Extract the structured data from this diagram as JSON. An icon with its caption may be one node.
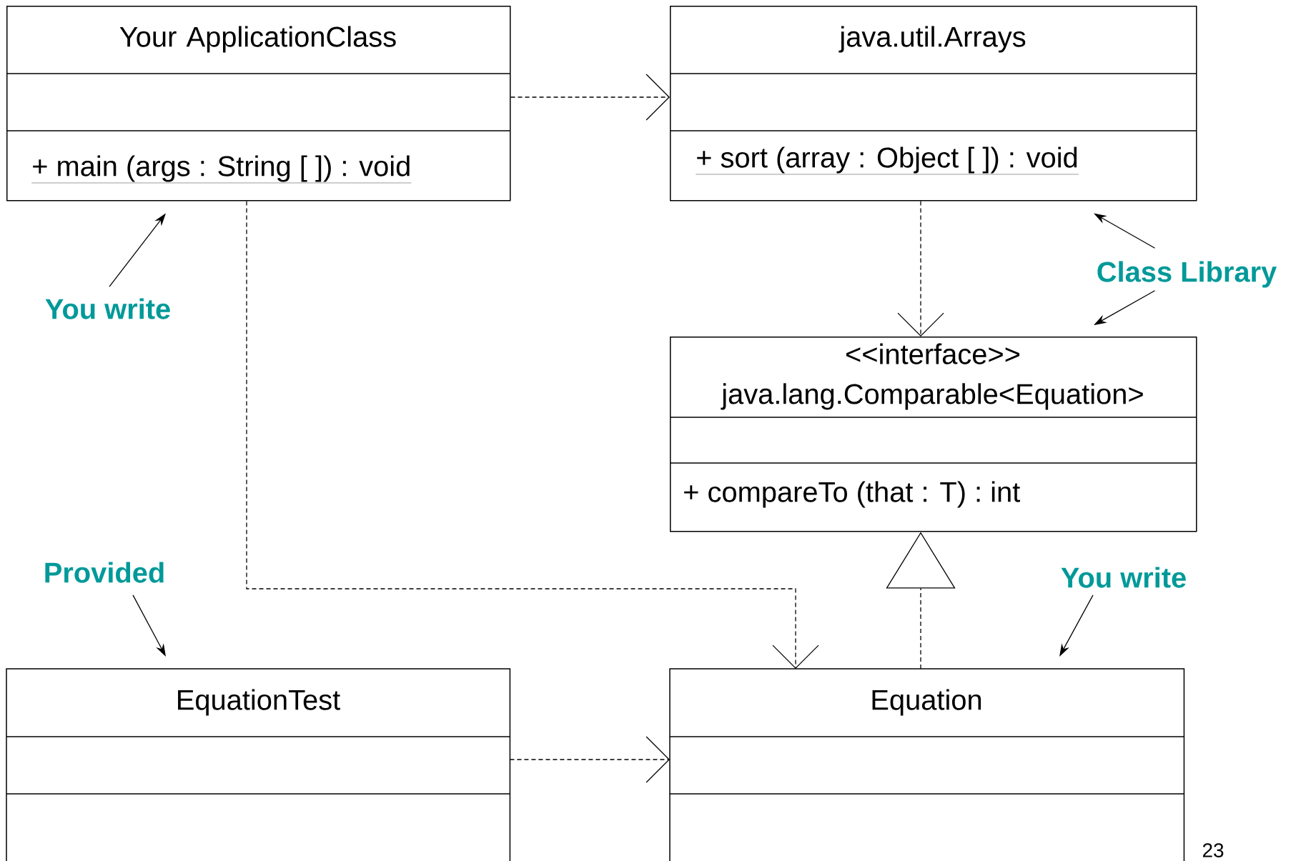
{
  "diagram": {
    "nodes": [
      {
        "text": [
          "Your ApplicationClass",
          "+ main (args : String [ ]) : void"
        ]
      },
      {
        "text": [
          "java.util.Arrays",
          "+ sort (array : Object [ ]) : void"
        ]
      },
      {
        "text": [
          "<<interface>> java.lang.Comparable<Equation>",
          "+ compareTo (that : T) : int"
        ]
      },
      {
        "text": [
          "EquationTest"
        ]
      },
      {
        "text": [
          "Equation"
        ]
      },
      {
        "text": [
          "You write"
        ]
      },
      {
        "text": [
          "Class Library"
        ]
      },
      {
        "text": [
          "Provided"
        ]
      },
      {
        "text": [
          "You write"
        ]
      }
    ],
    "edges": [
      {
        "from": 0,
        "to": 1,
        "arrow": "to",
        "style": "dashed"
      },
      {
        "from": 1,
        "to": 2,
        "arrow": "to",
        "style": "dashed"
      },
      {
        "from": 0,
        "to": 4,
        "arrow": "to",
        "style": "dashed"
      },
      {
        "from": 4,
        "to": 2,
        "arrow": "to",
        "style": "dashed"
      },
      {
        "from": 3,
        "to": 4,
        "arrow": "to",
        "style": "dashed"
      },
      {
        "from": 5,
        "to": 0,
        "arrow": "to"
      },
      {
        "from": 6,
        "to": 1,
        "arrow": "to"
      },
      {
        "from": 6,
        "to": 2,
        "arrow": "to"
      },
      {
        "from": 7,
        "to": 3,
        "arrow": "to"
      },
      {
        "from": 8,
        "to": 4,
        "arrow": "to"
      }
    ],
    "labels": [
      "23"
    ]
  }
}
